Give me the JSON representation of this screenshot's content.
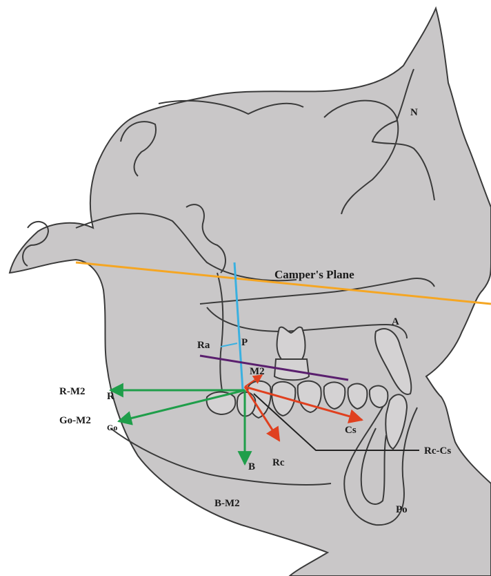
{
  "labels": {
    "N": "N",
    "A": "A",
    "Po": "Po",
    "campers_plane": "Camper's Plane",
    "Ra": "Ra",
    "P": "P",
    "M2": "M2",
    "R_M2": "R-M2",
    "R": "R",
    "Go_M2": "Go-M2",
    "Go": "Go",
    "B": "B",
    "B_M2": "B-M2",
    "Rc": "Rc",
    "Cs": "Cs",
    "Rc_Cs": "Rc-Cs"
  },
  "colors": {
    "skull_fill": "#c9c7c8",
    "outline": "#3a3a3a",
    "campers_plane": "#f5a623",
    "vertical_line": "#3ab0e0",
    "green_vectors": "#1f9e4a",
    "red_vectors": "#e0401f",
    "occlusal_line": "#5a1f6e",
    "leader_line": "#222222"
  }
}
